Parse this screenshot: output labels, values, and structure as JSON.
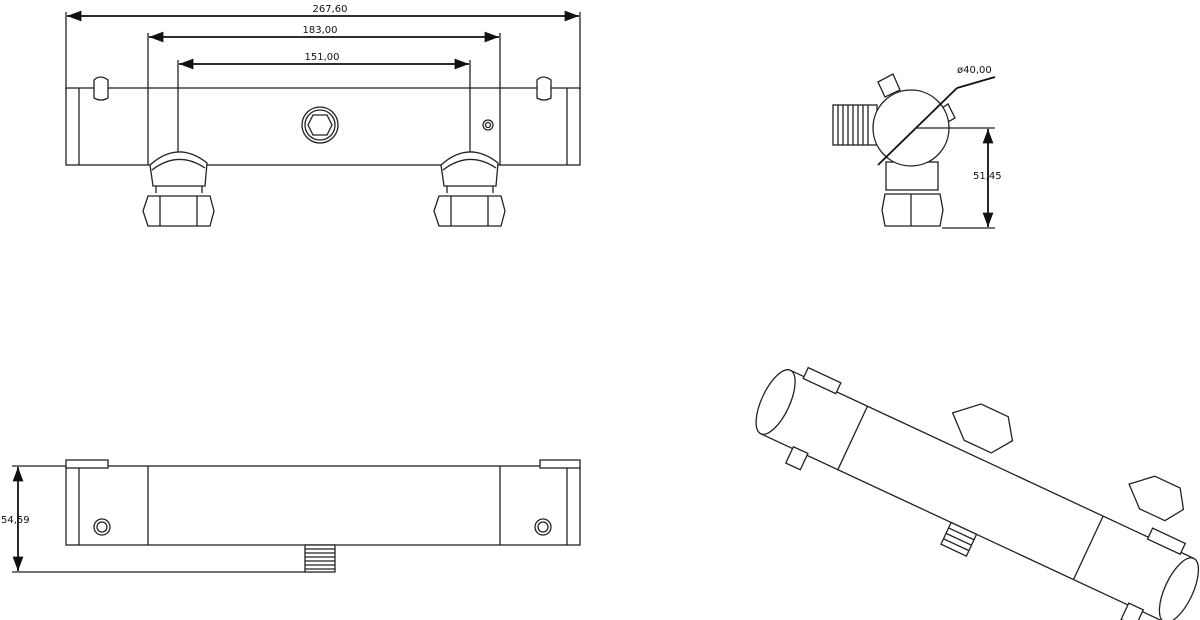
{
  "drawing": {
    "front_view": {
      "overall_length": "267,60",
      "outer_inlet_spacing": "183,00",
      "inner_inlet_spacing": "151,00"
    },
    "side_view": {
      "body_diameter": "ø40,00",
      "height_to_center": "51,45"
    },
    "bottom_view": {
      "depth": "54,59"
    }
  }
}
